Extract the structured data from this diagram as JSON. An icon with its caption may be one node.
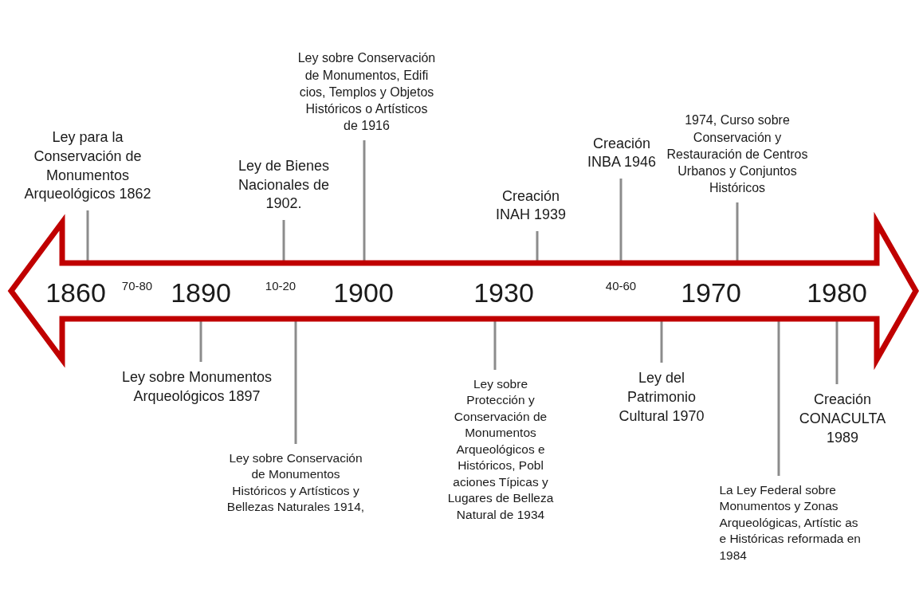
{
  "diagram": {
    "nodes": [
      {
        "text": [
          "1860",
          "70-80",
          "1890",
          "10-20",
          "1900",
          "1930",
          "40-60",
          "1970",
          "1980"
        ]
      },
      {
        "text": [
          "Ley para la Conservación de Monumentos Arqueológicos  1862"
        ]
      },
      {
        "text": [
          "Ley de Bienes Nacionales de 1902."
        ]
      },
      {
        "text": [
          "Ley sobre Conservación de Monumentos, Edifi cios, Templos y Objetos Históricos o Artísticos de 1916"
        ]
      },
      {
        "text": [
          "Creación INAH 1939"
        ]
      },
      {
        "text": [
          "Creación INBA 1946"
        ]
      },
      {
        "text": [
          "1974, Curso sobre Conservación y Restauración de Centros Urbanos y Conjuntos Históricos"
        ]
      },
      {
        "text": [
          "Ley sobre Monumentos Arqueológicos 1897"
        ]
      },
      {
        "text": [
          "Ley sobre Conservación de Monumentos Históricos y Artísticos y Bellezas Naturales 1914,"
        ]
      },
      {
        "text": [
          "Ley sobre Protección y Conservación de Monumentos Arqueológicos e Históricos, Pobl aciones Típicas y Lugares de Belleza Natural de 1934"
        ]
      },
      {
        "text": [
          "Ley del Patrimonio Cultural  1970"
        ]
      },
      {
        "text": [
          "La Ley Federal sobre Monumentos y Zonas Arqueológicas, Artístic as e Históricas reformada en 1984"
        ]
      },
      {
        "text": [
          "Creación CONACULTA 1989"
        ]
      }
    ],
    "edges": [
      {
        "from": 1,
        "to": 0,
        "arrow": "none"
      },
      {
        "from": 2,
        "to": 0,
        "arrow": "none"
      },
      {
        "from": 3,
        "to": 0,
        "arrow": "none"
      },
      {
        "from": 4,
        "to": 0,
        "arrow": "none"
      },
      {
        "from": 5,
        "to": 0,
        "arrow": "none"
      },
      {
        "from": 6,
        "to": 0,
        "arrow": "none"
      },
      {
        "from": 7,
        "to": 0,
        "arrow": "none"
      },
      {
        "from": 8,
        "to": 0,
        "arrow": "none"
      },
      {
        "from": 9,
        "to": 0,
        "arrow": "none"
      },
      {
        "from": 10,
        "to": 0,
        "arrow": "none"
      },
      {
        "from": 11,
        "to": 0,
        "arrow": "none"
      },
      {
        "from": 12,
        "to": 0,
        "arrow": "none"
      }
    ]
  }
}
